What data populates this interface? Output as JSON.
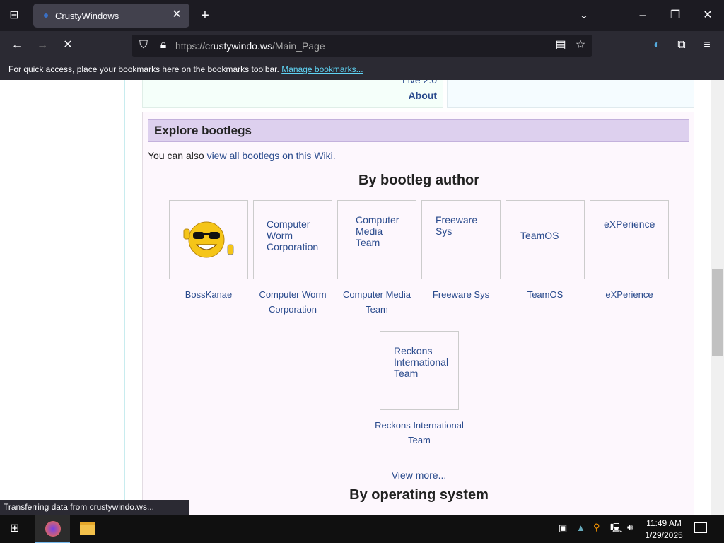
{
  "browser": {
    "tab_title": "CrustyWindows",
    "url_host": "crustywindo.ws",
    "url_prefix": "https://",
    "url_path": "/Main_Page",
    "bookmarks_msg": "For quick access, place your bookmarks here on the bookmarks toolbar.",
    "manage_bookmarks": "Manage bookmarks...",
    "status": "Transferring data from crustywindo.ws..."
  },
  "top": {
    "live": "Live 2.0",
    "about": "About"
  },
  "explore": {
    "heading": "Explore bootlegs",
    "intro": "You can also ",
    "intro_link": "view all bootlegs on this Wiki",
    "intro_end": ".",
    "by_author": "By bootleg author",
    "view_more": "View more...",
    "by_os": "By operating system",
    "authors": [
      {
        "card": "",
        "caption": "BossKanae"
      },
      {
        "card": "Computer Worm Corporation",
        "caption": "Computer Worm Corporation"
      },
      {
        "card": "Computer Media Team",
        "caption": "Computer Media Team"
      },
      {
        "card": "Freeware Sys",
        "caption": "Freeware Sys"
      },
      {
        "card": "TeamOS",
        "caption": "TeamOS"
      },
      {
        "card": "eXPerience",
        "caption": "eXPerience"
      },
      {
        "card": "Reckons International Team",
        "caption": "Reckons International Team"
      }
    ]
  },
  "taskbar": {
    "time": "11:49 AM",
    "date": "1/29/2025"
  }
}
